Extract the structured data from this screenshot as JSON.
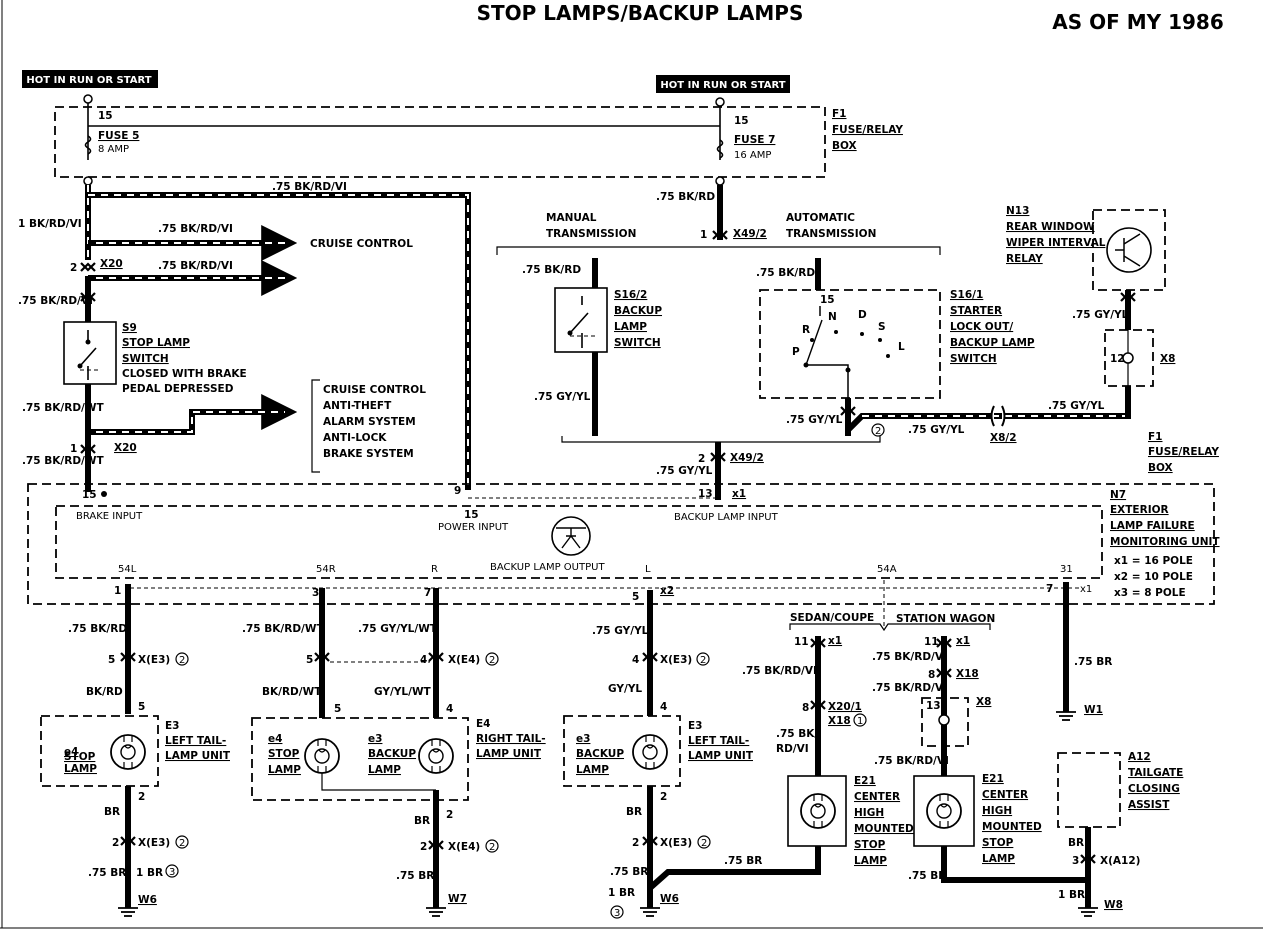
{
  "title": "STOP LAMPS/BACKUP LAMPS",
  "as_of": "AS OF MY 1986",
  "hot_left": "HOT IN RUN OR START",
  "hot_right": "HOT IN RUN OR START",
  "fuse5": {
    "pin": "15",
    "label": "FUSE 5",
    "rating": "8 AMP"
  },
  "fuse7": {
    "pin": "15",
    "label": "FUSE 7",
    "rating": "16 AMP"
  },
  "f1": {
    "id": "F1",
    "line1": "FUSE/RELAY",
    "line2": "BOX"
  },
  "f1b": {
    "id": "F1",
    "line1": "FUSE/RELAY",
    "line2": "BOX"
  },
  "wires": {
    "w_top": ".75 BK/RD/VI",
    "w_1bk": "1 BK/RD/VI",
    "w_cc": ".75 BK/RD/VI",
    "w_x20": ".75 BK/RD/VI",
    "w_s9in": ".75 BK/RD/VI",
    "w_s9out": ".75 BK/RD/WT",
    "w_s9brk": ".75 BK/RD/WT",
    "w_f7": ".75 BK/RD",
    "w_man": ".75 BK/RD",
    "w_auto": ".75 BK/RD",
    "w_mangy": ".75 GY/YL",
    "w_autogy": ".75 GY/YL",
    "w_autogy2": ".75 GY/YL",
    "w_x8gy": ".75 GY/YL",
    "w_n13gy": ".75 GY/YL",
    "w_x49gy": ".75 GY/YL"
  },
  "cruise_control": "CRUISE CONTROL",
  "x20": {
    "pin_top": "2",
    "label_top": "X20",
    "pin_bot": "1",
    "label_bot": "X20"
  },
  "s9": {
    "id": "S9",
    "line1": "STOP LAMP",
    "line2": "SWITCH",
    "line3": "CLOSED WITH BRAKE",
    "line4": "PEDAL DEPRESSED"
  },
  "brake_list": [
    "CRUISE CONTROL",
    "ANTI-THEFT",
    "ALARM SYSTEM",
    "ANTI-LOCK",
    "BRAKE SYSTEM"
  ],
  "x49": {
    "pin": "1",
    "label": "X49/2",
    "pin2": "2",
    "label2": "X49/2"
  },
  "manual_tx": [
    "MANUAL",
    "TRANSMISSION"
  ],
  "auto_tx": [
    "AUTOMATIC",
    "TRANSMISSION"
  ],
  "s16_2": {
    "id": "S16/2",
    "line1": "BACKUP",
    "line2": "LAMP",
    "line3": "SWITCH"
  },
  "s16_1": {
    "id": "S16/1",
    "line1": "STARTER",
    "line2": "LOCK OUT/",
    "line3": "BACKUP LAMP",
    "line4": "SWITCH",
    "pin": "15",
    "pos": [
      "P",
      "R",
      "N",
      "D",
      "S",
      "L"
    ]
  },
  "circle2": "2",
  "circle1": "1",
  "circle3": "3",
  "x8_2": "X8/2",
  "n13": {
    "id": "N13",
    "line1": "REAR WINDOW",
    "line2": "WIPER INTERVAL",
    "line3": "RELAY"
  },
  "x8": {
    "pin": "12",
    "label": "X8"
  },
  "x1": {
    "pin": "13",
    "label": "x1"
  },
  "n7": {
    "id": "N7",
    "line1": "EXTERIOR",
    "line2": "LAMP FAILURE",
    "line3": "MONITORING UNIT",
    "pole1": "x1 = 16 POLE",
    "pole2": "x2 = 10 POLE",
    "pole3": "x3 = 8 POLE",
    "pin_brake": "15",
    "brake_input": "BRAKE INPUT",
    "pin_power": "9",
    "power_pin": "15",
    "power_input": "POWER INPUT",
    "backup_input": "BACKUP LAMP INPUT",
    "backup_output": "BACKUP LAMP OUTPUT",
    "t54l": "54L",
    "t54r": "54R",
    "tr": "R",
    "tl": "L",
    "t54a": "54A",
    "t31": "31",
    "p1": "1",
    "p3": "3",
    "p7": "7",
    "p5": "5",
    "p7b": "7",
    "x1b": "x1",
    "x2": "x2"
  },
  "col1": {
    "w1": ".75 BK/RD",
    "pin": "5",
    "conn": "X(E3)",
    "w2": "BK/RD",
    "p5": "5",
    "p2": "2",
    "br": "BR",
    "pin2": "2",
    "conn2": "X(E3)",
    "w3": ".75 BR",
    "w4": "1 BR",
    "ground": "W6"
  },
  "e3left": {
    "sym": "e4",
    "l1": "STOP",
    "l2": "LAMP",
    "id": "E3",
    "line1": "LEFT TAIL-",
    "line2": "LAMP UNIT"
  },
  "col2": {
    "w1": ".75 BK/RD/WT",
    "pin": "5",
    "w2": "BK/RD/WT",
    "p5": "5"
  },
  "col3": {
    "w1": ".75 GY/YL/WT",
    "pin": "4",
    "conn": "X(E4)",
    "w2": "GY/YL/WT",
    "p4": "4",
    "p2": "2",
    "br": "BR",
    "pin2": "2",
    "conn2": "X(E4)",
    "w3": ".75 BR",
    "ground": "W7"
  },
  "e4": {
    "sym1": "e4",
    "l1a": "STOP",
    "l1b": "LAMP",
    "sym2": "e3",
    "l2a": "BACKUP",
    "l2b": "LAMP",
    "id": "E4",
    "line1": "RIGHT TAIL-",
    "line2": "LAMP UNIT"
  },
  "col4": {
    "w1": ".75 GY/YL",
    "pin": "4",
    "conn": "X(E3)",
    "w2": "GY/YL",
    "p4": "4",
    "p2": "2",
    "br": "BR",
    "pin2": "2",
    "conn2": "X(E3)",
    "w3": ".75 BR",
    "w4": "1 BR",
    "ground": "W6"
  },
  "e3right": {
    "sym": "e3",
    "l1": "BACKUP",
    "l2": "LAMP",
    "id": "E3",
    "line1": "LEFT TAIL-",
    "line2": "LAMP UNIT"
  },
  "sedan": "SEDAN/COUPE",
  "wagon": "STATION WAGON",
  "col5": {
    "pin": "11",
    "conn": "x1",
    "w1": ".75 BK/RD/VI",
    "pin2": "8",
    "conn2": "X20/1",
    "conn3": "X18",
    "w2a": ".75 BK/",
    "w2b": "RD/VI",
    "w3": ".75 BR"
  },
  "col6": {
    "pin": "11",
    "conn": "x1",
    "w1": ".75 BK/RD/VI",
    "pin2": "8",
    "conn2": "X18",
    "w2": ".75 BK/RD/VI",
    "pin3": "13",
    "conn3": "X8",
    "w3": ".75 BK/RD/VI",
    "w4": ".75 BR"
  },
  "e21a": {
    "id": "E21",
    "line1": "CENTER",
    "line2": "HIGH",
    "line3": "MOUNTED",
    "line4": "STOP",
    "line5": "LAMP"
  },
  "e21b": {
    "id": "E21",
    "line1": "CENTER",
    "line2": "HIGH",
    "line3": "MOUNTED",
    "line4": "STOP",
    "line5": "LAMP"
  },
  "ground_w1": {
    "wire": ".75 BR",
    "label": "W1"
  },
  "a12": {
    "id": "A12",
    "line1": "TAILGATE",
    "line2": "CLOSING",
    "line3": "ASSIST",
    "br": "BR",
    "pin": "3",
    "conn": "X(A12)",
    "w": "1 BR",
    "ground": "W8"
  }
}
